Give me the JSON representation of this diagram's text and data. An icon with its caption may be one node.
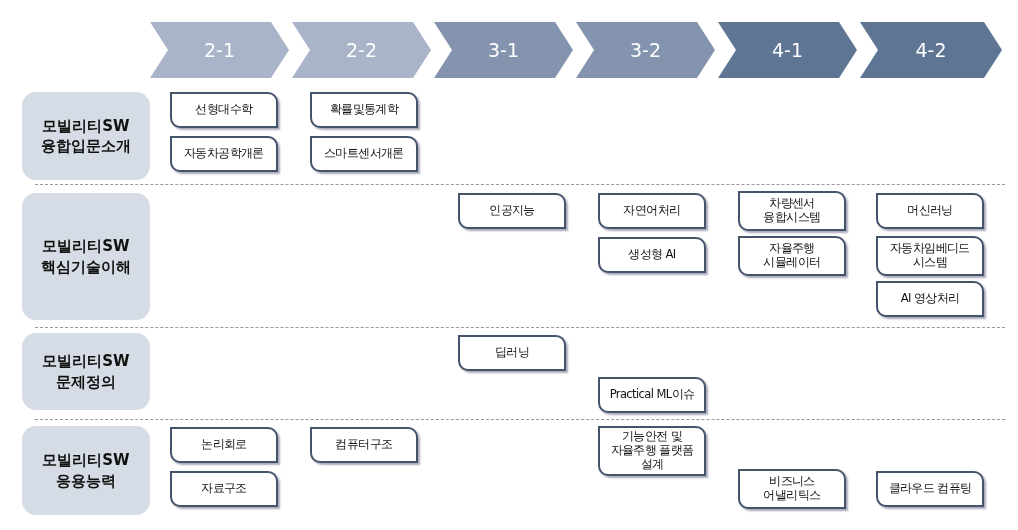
{
  "diagram": {
    "nodes": [
      {
        "text": [
          "2-1"
        ]
      },
      {
        "text": [
          "2-2"
        ]
      },
      {
        "text": [
          "3-1"
        ]
      },
      {
        "text": [
          "3-2"
        ]
      },
      {
        "text": [
          "4-1"
        ]
      },
      {
        "text": [
          "4-2"
        ]
      },
      {
        "text": [
          "모빌리티SW 융합입문소개"
        ]
      },
      {
        "text": [
          "선형대수학"
        ]
      },
      {
        "text": [
          "확률및통계학"
        ]
      },
      {
        "text": [
          "자동차공학개론"
        ]
      },
      {
        "text": [
          "스마트센서개론"
        ]
      },
      {
        "text": [
          "모빌리티SW 핵심기술이해"
        ]
      },
      {
        "text": [
          "인공지능"
        ]
      },
      {
        "text": [
          "자연어처리"
        ]
      },
      {
        "text": [
          "차량센서 융합시스템"
        ]
      },
      {
        "text": [
          "머신러닝"
        ]
      },
      {
        "text": [
          "생성형 AI"
        ]
      },
      {
        "text": [
          "자율주행 시뮬레이터"
        ]
      },
      {
        "text": [
          "자동차임베디드 시스템"
        ]
      },
      {
        "text": [
          "AI 영상처리"
        ]
      },
      {
        "text": [
          "모빌리티SW 문제정의"
        ]
      },
      {
        "text": [
          "딥러닝"
        ]
      },
      {
        "text": [
          "Practical ML이슈"
        ]
      },
      {
        "text": [
          "모빌리티SW 응용능력"
        ]
      },
      {
        "text": [
          "논리회로"
        ]
      },
      {
        "text": [
          "컴퓨터구조"
        ]
      },
      {
        "text": [
          "기능안전 및 자율주행 플랫폼 설계"
        ]
      },
      {
        "text": [
          "자료구조"
        ]
      },
      {
        "text": [
          "비즈니스 어낼리틱스"
        ]
      },
      {
        "text": [
          "클라우드 컴퓨팅"
        ]
      }
    ],
    "edges": []
  }
}
